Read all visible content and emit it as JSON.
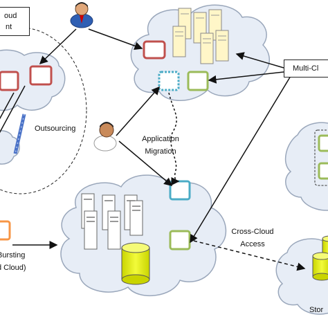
{
  "labels": {
    "cloud_mgmt_line1": "oud",
    "cloud_mgmt_line2": "nt",
    "multi_cloud": "Multi-Cl",
    "outsourcing": "Outsourcing",
    "app_migration_line1": "Application",
    "app_migration_line2": "Migration",
    "cross_cloud_line1": "Cross-Cloud",
    "cross_cloud_line2": "Access",
    "bursting_line1": "Bursting",
    "bursting_line2": "d Cloud)",
    "storage": "Stor"
  },
  "colors": {
    "red_box": "#c0504d",
    "green_box": "#9bbb59",
    "blue_box": "#4bacc6",
    "orange_box": "#f79646",
    "cloud_fill": "#e6ecf5",
    "cloud_stroke": "#9aa7bb",
    "database": "#e7f20c",
    "server": "#fff6c8",
    "person_shirt": "#2f5fb3"
  },
  "icons": [
    "user-icon",
    "user-icon",
    "server-icon",
    "database-icon"
  ]
}
